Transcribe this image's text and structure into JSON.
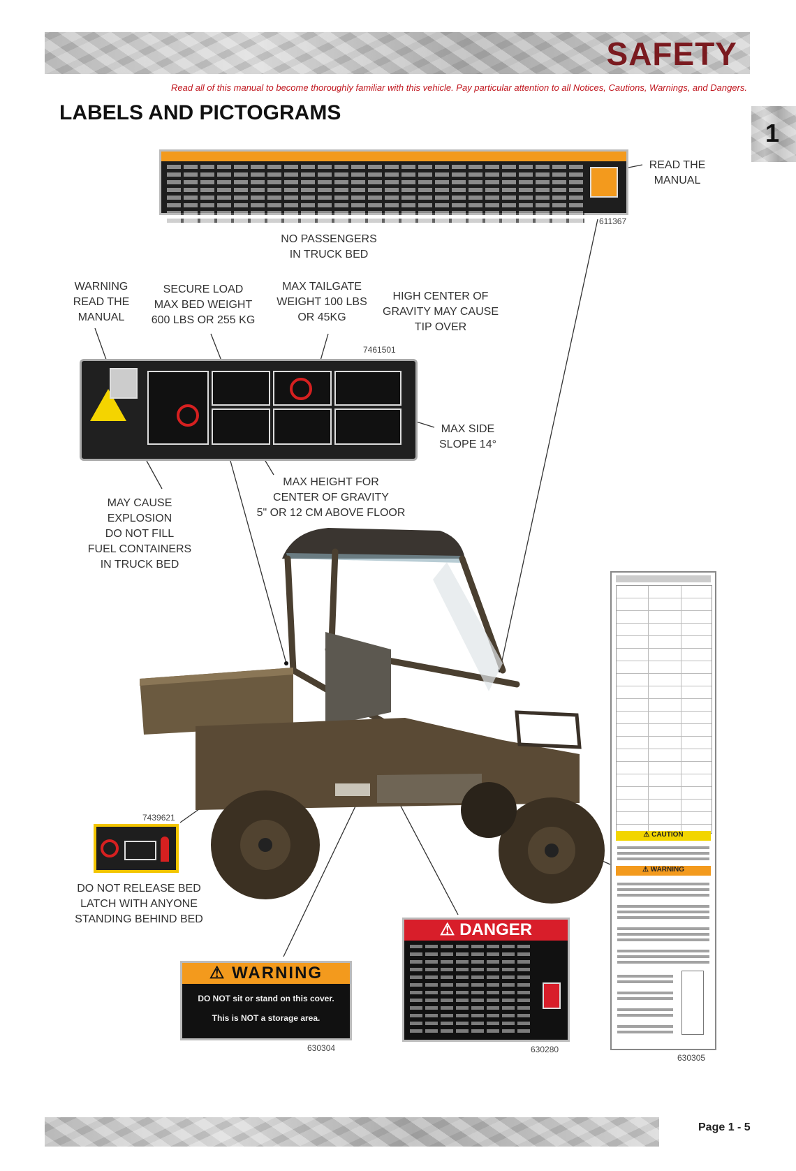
{
  "header": {
    "title": "SAFETY"
  },
  "subtitle": "Read all of this manual to become thoroughly familiar with this vehicle. Pay particular attention to all Notices, Cautions, Warnings, and Dangers.",
  "section_title": "LABELS AND PICTOGRAMS",
  "chapter_tab": "1",
  "callouts": {
    "read_manual_top": [
      "READ THE",
      "MANUAL"
    ],
    "no_passengers": [
      "NO PASSENGERS",
      "IN TRUCK BED"
    ],
    "warning_read": [
      "WARNING",
      "READ THE",
      "MANUAL"
    ],
    "secure_load": [
      "SECURE LOAD",
      "MAX BED WEIGHT",
      "600 lbs or 255 kg"
    ],
    "max_tailgate": [
      "MAX TAILGATE",
      "WEIGHT 100 lbs",
      "OR 45kg"
    ],
    "high_center": [
      "HIGH CENTER OF",
      "GRAVITY MAY CAUSE",
      "TIP OVER"
    ],
    "max_side": [
      "MAX SIDE",
      "SLOPE 14°"
    ],
    "max_height": [
      "MAX HEIGHT FOR",
      "CENTER OF GRAVITY",
      "5\" OR 12 cm ABOVE FLOOR"
    ],
    "explosion": [
      "MAY CAUSE",
      "EXPLOSION",
      "DO NOT FILL",
      "FUEL CONTAINERS",
      "IN TRUCK BED"
    ],
    "bed_latch": [
      "DO NOT RELEASE BED",
      "LATCH WITH ANYONE",
      "STANDING BEHIND BED"
    ]
  },
  "part_numbers": {
    "top_decal": "611367",
    "pictogram": "7461501",
    "latch": "7439621",
    "warning": "630304",
    "danger": "630280",
    "tall": "630305"
  },
  "decals": {
    "warning_head": "WARNING",
    "warning_line1": "DO NOT sit or stand on this cover.",
    "warning_line2": "This is NOT a storage area.",
    "danger_head": "DANGER",
    "caution_head": "CAUTION",
    "tall_warning_head": "WARNING"
  },
  "footer": {
    "page": "Page 1 - 5"
  },
  "colors": {
    "title_red": "#7a1a1f",
    "warning_orange": "#f39a1d",
    "danger_red": "#d81e2a",
    "caution_yellow": "#f2d500"
  }
}
